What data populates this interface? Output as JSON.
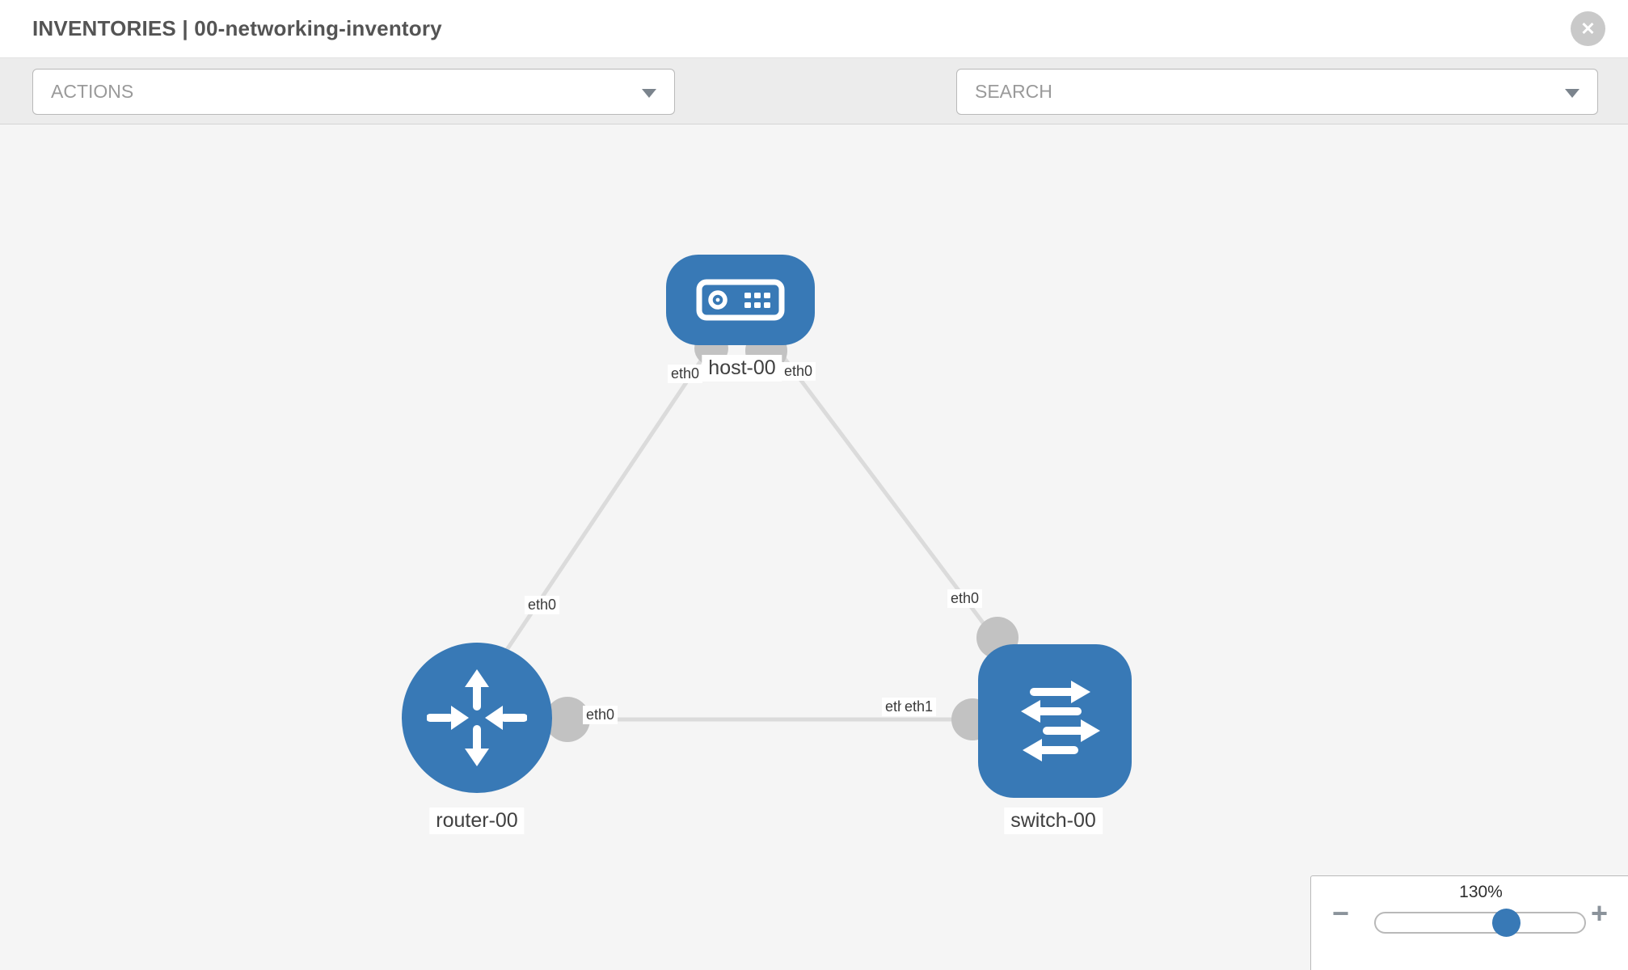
{
  "header": {
    "title": "INVENTORIES | 00-networking-inventory",
    "close_glyph": "✕"
  },
  "toolbar": {
    "actions_label": "ACTIONS",
    "search_placeholder": "SEARCH",
    "icons": [
      "wrench-icon",
      "key-icon"
    ]
  },
  "topology": {
    "nodes": [
      {
        "id": "host-00",
        "type": "host",
        "label": "host-00"
      },
      {
        "id": "router-00",
        "type": "router",
        "label": "router-00"
      },
      {
        "id": "switch-00",
        "type": "switch",
        "label": "switch-00"
      }
    ],
    "links": [
      {
        "from": "host-00",
        "to": "router-00",
        "from_interface": "eth0",
        "to_interface": "eth0"
      },
      {
        "from": "host-00",
        "to": "switch-00",
        "from_interface": "eth0",
        "to_interface": "eth0"
      },
      {
        "from": "router-00",
        "to": "switch-00",
        "from_interface": "eth0",
        "to_interface": "eth1"
      }
    ],
    "interface_labels": {
      "host_left": "eth0",
      "host_right": "eth0",
      "router_link": "eth0",
      "switch_top": "eth0",
      "router_eth0": "eth0",
      "switch_back": "eth0",
      "switch_front": "eth1"
    }
  },
  "zoom_control": {
    "level": "130%",
    "minus_glyph": "−",
    "plus_glyph": "+"
  },
  "colors": {
    "node_blue": "#3879b6",
    "link_gray": "#dbdbdb",
    "interface_dot_gray": "#c2c2c2",
    "canvas_bg": "#f5f5f5",
    "toolbar_bg": "#ececec"
  }
}
